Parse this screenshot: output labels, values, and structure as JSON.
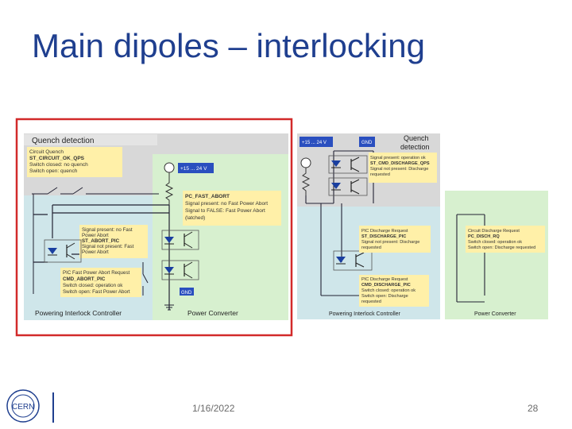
{
  "slide": {
    "title": "Main dipoles – interlocking",
    "date": "1/16/2022",
    "page_number": "28",
    "logo_text": "CERN"
  },
  "left_diagram": {
    "quench_header": "Quench detection",
    "quench_box": [
      "Circuit Quench",
      "ST_CIRCUIT_OK_QPS",
      "Switch closed: no quench",
      "Switch open: quench"
    ],
    "supply_label": "+15 ... 24 V",
    "fast_abort": [
      "PC_FAST_ABORT",
      "Signal present: no Fast Power Abort",
      "Signal to FALSE: Fast Power Abort",
      "(latched)"
    ],
    "st_abort": [
      "Signal present: no Fast",
      "Power Abort",
      "ST_ABORT_PIC",
      "Signal not present: Fast",
      "Power Abort"
    ],
    "cmd_abort": [
      "PIC Fast Power Abort Request",
      "CMD_ABORT_PIC",
      "Switch closed: operation ok",
      "Switch open: Fast Power Abort"
    ],
    "gnd_label": "GND",
    "controller_label": "Powering Interlock Controller",
    "converter_label": "Power Converter"
  },
  "right_diagram": {
    "supply_label": "+15 ... 24 V",
    "gnd_label": "GND",
    "quench_header": [
      "Quench",
      "detection"
    ],
    "qps_box": [
      "Signal present: operation ok",
      "ST_CMD_DISCHARGE_QPS",
      "Signal not present: Discharge",
      "requested"
    ],
    "pic_discharge_box": [
      "PIC Discharge Request",
      "ST_DISCHARGE_PIC",
      "Signal not present: Discharge",
      "requested"
    ],
    "circuit_discharge_box": [
      "Circuit Discharge Request",
      "PC_DISCH_RQ",
      "Switch closed: operation ok",
      "Switch open: Discharge requested"
    ],
    "cmd_discharge_box": [
      "PIC Discharge Request",
      "CMD_DISCHARGE_PIC",
      "Switch closed: operation ok",
      "Switch open: Discharge",
      "requested"
    ],
    "controller_label": "Powering Interlock Controller",
    "converter_label": "Power Converter"
  },
  "colors": {
    "title": "#1f3f8f",
    "highlight_frame": "#d22a2a",
    "quench_zone": "#d8d8d8",
    "controller_zone": "#cfe6ea",
    "converter_zone": "#d7f0cf",
    "note_box": "#fff0a8",
    "supply_box": "#2a4fbf"
  }
}
